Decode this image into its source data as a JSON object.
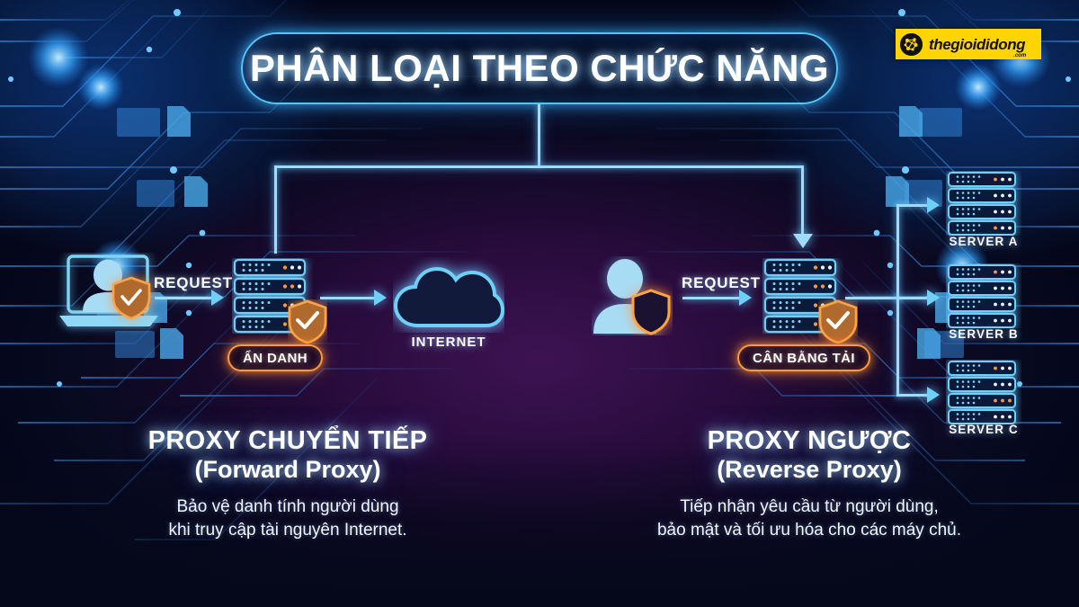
{
  "header": {
    "title": "PHÂN LOẠI THEO CHỨC NĂNG",
    "logo": {
      "brand": "thegioididong",
      "suffix": ".com"
    }
  },
  "colors": {
    "accent_blue": "#9fdcfb",
    "accent_cyan": "#54c6f5",
    "accent_orange": "#ff9a3c",
    "bg_purple": "#3d1352",
    "bg_navy": "#05091c",
    "logo_yellow": "#ffd400",
    "icon_fill": "#a8dcf5"
  },
  "left_branch": {
    "client": {
      "icon": "laptop-user-icon",
      "shield": "shield-check-icon"
    },
    "request_label": "REQUEST",
    "proxy": {
      "icon": "server-stack-icon",
      "shield": "shield-check-icon"
    },
    "badge": "ẨN DANH",
    "destination": {
      "icon": "cloud-icon",
      "label": "INTERNET"
    },
    "caption": {
      "title_vi": "PROXY CHUYỂN TIẾP",
      "title_en": "(Forward Proxy)",
      "desc_line1": "Bảo vệ danh tính người dùng",
      "desc_line2": "khi truy cập tài nguyên Internet."
    }
  },
  "right_branch": {
    "client": {
      "icon": "user-icon",
      "shield": "shield-outline-icon"
    },
    "request_label": "REQUEST",
    "proxy": {
      "icon": "server-stack-icon",
      "shield": "shield-check-icon"
    },
    "badge": "CÂN BẰNG TẢI",
    "servers": [
      {
        "icon": "server-stack-icon",
        "label": "SERVER A"
      },
      {
        "icon": "server-stack-icon",
        "label": "SERVER B"
      },
      {
        "icon": "server-stack-icon",
        "label": "SERVER C"
      }
    ],
    "caption": {
      "title_vi": "PROXY NGƯỢC",
      "title_en": "(Reverse Proxy)",
      "desc_line1": "Tiếp nhận yêu cầu từ người dùng,",
      "desc_line2": "bảo mật và tối ưu hóa cho các máy chủ."
    }
  }
}
